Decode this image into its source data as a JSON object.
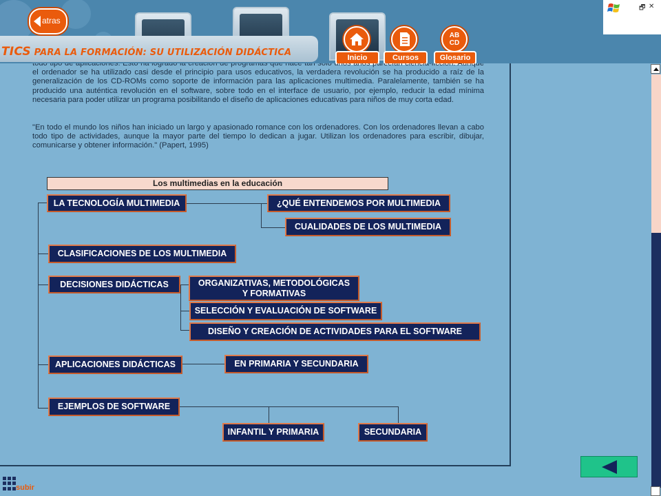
{
  "header": {
    "back_label": "atras",
    "title_big_1": "TICS",
    "title_small": " PARA LA FORMACIÓN: SU UTILIZACIÓN DIDÁCTICA",
    "nav": [
      {
        "label": "Inicio",
        "icon": "home-icon"
      },
      {
        "label": "Cursos",
        "icon": "document-icon"
      },
      {
        "label": "Glosario",
        "icon": "abcd-icon",
        "icon_text": "AB\nCD"
      }
    ],
    "window_controls": [
      "🗗",
      "✕"
    ]
  },
  "content": {
    "paragraph_1": "todo tipo de aplicaciones. Esto ha logrado la creación de programas que hace tan sólo unos años parecían ciencia-ficción. Aunque el ordenador se ha utilizado casi desde el principio para usos educativos, la verdadera revolución se ha producido a raíz de la generalización de los CD-ROMs como soporte de información para las aplicaciones multimedia. Paralelamente, también se ha producido una auténtica revolución en el software, sobre todo en el interface de usuario, por ejemplo, reducir la edad mínima necesaria para poder utilizar un programa posibilitando el diseño de aplicaciones educativas para niños de muy corta edad.",
    "paragraph_2": "\"En todo el mundo los niños han iniciado un largo y apasionado romance con los ordenadores. Con los ordenadores llevan a cabo todo tipo de actividades, aunque la mayor parte del tiempo lo dedican a jugar. Utilizan los ordenadores para escribir, dibujar, comunicarse y obtener información.\" (Papert, 1995)"
  },
  "diagram": {
    "title": "Los multimedias en la educación",
    "nodes": {
      "tecnologia": "LA TECNOLOGÍA MULTIMEDIA",
      "que_entendemos": "¿QUÉ ENTENDEMOS POR MULTIMEDIA",
      "cualidades": "CUALIDADES DE LOS MULTIMEDIA",
      "clasificaciones": "CLASIFICACIONES DE LOS MULTIMEDIA",
      "decisiones": "DECISIONES DIDÁCTICAS",
      "organizativas": "ORGANIZATIVAS, METODOLÓGICAS\nY FORMATIVAS",
      "seleccion": "SELECCIÓN Y EVALUACIÓN DE SOFTWARE",
      "diseno": "DISEÑO Y CREACIÓN DE ACTIVIDADES PARA EL SOFTWARE",
      "aplicaciones": "APLICACIONES DIDÁCTICAS",
      "primaria_secundaria": "EN PRIMARIA Y SECUNDARIA",
      "ejemplos": "EJEMPLOS DE SOFTWARE",
      "infantil": "INFANTIL Y PRIMARIA",
      "secundaria": "SECUNDARIA"
    }
  },
  "footer": {
    "subir_label": "subir"
  },
  "colors": {
    "accent_orange": "#ea5b0c",
    "node_navy": "#13235a",
    "background": "#7fb3d3",
    "back_button": "#1fc38a"
  }
}
